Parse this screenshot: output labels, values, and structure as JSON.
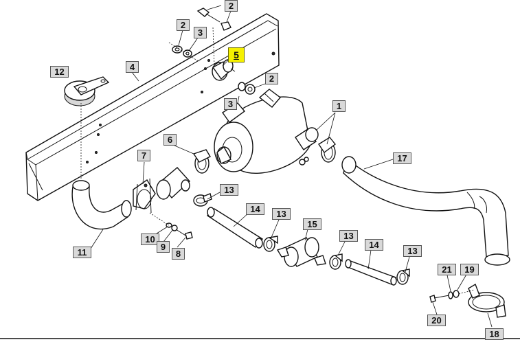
{
  "highlight_color": "#f5f000",
  "label_bg": "#d9d9d9",
  "callouts": [
    {
      "id": "c2a",
      "text": "2"
    },
    {
      "id": "c2b",
      "text": "2"
    },
    {
      "id": "c3a",
      "text": "3"
    },
    {
      "id": "c5",
      "text": "5",
      "highlight": true
    },
    {
      "id": "c2c",
      "text": "2"
    },
    {
      "id": "c12",
      "text": "12"
    },
    {
      "id": "c4",
      "text": "4"
    },
    {
      "id": "c3b",
      "text": "3"
    },
    {
      "id": "c1",
      "text": "1"
    },
    {
      "id": "c6",
      "text": "6"
    },
    {
      "id": "c7",
      "text": "7"
    },
    {
      "id": "c13a",
      "text": "13"
    },
    {
      "id": "c17",
      "text": "17"
    },
    {
      "id": "c14a",
      "text": "14"
    },
    {
      "id": "c13b",
      "text": "13"
    },
    {
      "id": "c15",
      "text": "15"
    },
    {
      "id": "c13c",
      "text": "13"
    },
    {
      "id": "c14b",
      "text": "14"
    },
    {
      "id": "c13d",
      "text": "13"
    },
    {
      "id": "c10",
      "text": "10"
    },
    {
      "id": "c9",
      "text": "9"
    },
    {
      "id": "c8",
      "text": "8"
    },
    {
      "id": "c11",
      "text": "11"
    },
    {
      "id": "c21",
      "text": "21"
    },
    {
      "id": "c19",
      "text": "19"
    },
    {
      "id": "c20",
      "text": "20"
    },
    {
      "id": "c18",
      "text": "18"
    }
  ]
}
